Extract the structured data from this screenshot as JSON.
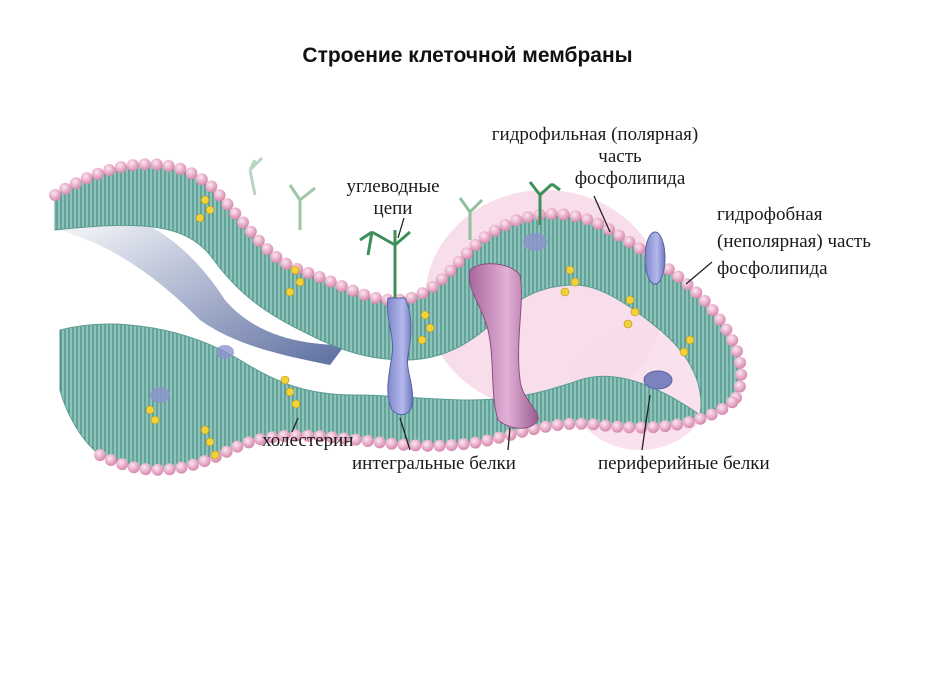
{
  "title": "Строение клеточной мембраны",
  "labels": {
    "carb": [
      "углеводные",
      "цепи"
    ],
    "hydrophilic": [
      "гидрофильная (полярная)",
      "часть",
      "фосфолипида"
    ],
    "hydrophobic": [
      "гидрофобная",
      "(неполярная) часть",
      "фосфолипида"
    ],
    "cholesterol": "холестерин",
    "integral": "интегральные белки",
    "peripheral": "периферийные белки"
  },
  "colors": {
    "heads": "#f0b3cf",
    "tails": "#7fb9b0",
    "interior": "#5a6fa0",
    "cholesterol": "#f2d23a",
    "integral_protein": "#9aa0d6",
    "channel_protein": "#c98bbe",
    "carbohydrate": "#3f8f5a"
  }
}
